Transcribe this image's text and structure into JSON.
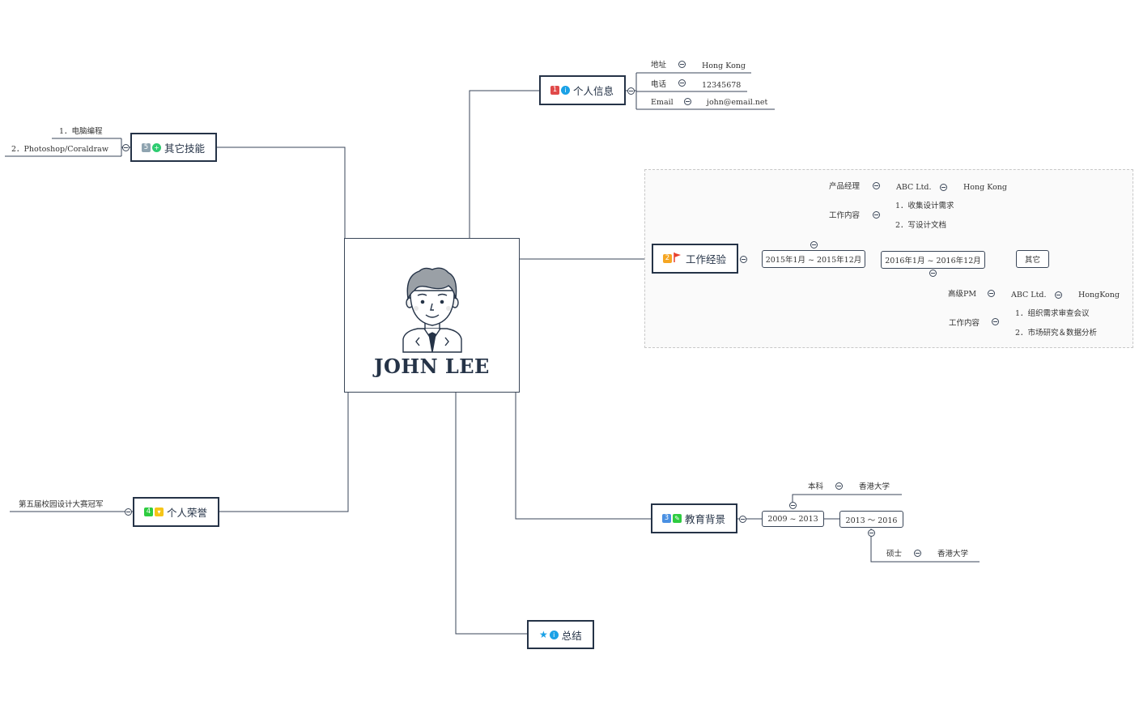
{
  "central": {
    "name": "JOHN LEE"
  },
  "personal_info": {
    "badge": "1",
    "title": "个人信息",
    "rows": [
      {
        "label": "地址",
        "value": "Hong Kong"
      },
      {
        "label": "电话",
        "value": "12345678"
      },
      {
        "label": "Email",
        "value": "john@email.net"
      }
    ]
  },
  "work": {
    "badge": "2",
    "title": "工作经验",
    "period1": "2015年1月 ~ 2015年12月",
    "period2": "2016年1月 ~ 2016年12月",
    "other": "其它",
    "job1": {
      "role": "产品经理",
      "company": "ABC Ltd.",
      "location": "Hong Kong",
      "content_label": "工作内容",
      "items": [
        "1．收集设计需求",
        "2．写设计文档"
      ]
    },
    "job2": {
      "role": "高级PM",
      "company": "ABC Ltd.",
      "location": "HongKong",
      "content_label": "工作内容",
      "items": [
        "1．组织需求审查会议",
        "2．市场研究＆数据分析"
      ]
    }
  },
  "education": {
    "badge": "3",
    "title": "教育背景",
    "period1": "2009 ~ 2013",
    "period2": "2013 ～ 2016",
    "degree1": {
      "label": "本科",
      "school": "香港大学"
    },
    "degree2": {
      "label": "硕士",
      "school": "香港大学"
    }
  },
  "honors": {
    "badge": "4",
    "title": "个人荣誉",
    "item": "第五届校园设计大赛冠军"
  },
  "skills": {
    "badge": "5",
    "title": "其它技能",
    "items": [
      "1．电脑编程",
      "2．Photoshop/Coraldraw"
    ]
  },
  "summary": {
    "title": "总结"
  },
  "colors": {
    "line": "#3a4658",
    "node_border": "#253347",
    "badge_red": "#e04a4a",
    "badge_orange": "#f5a623",
    "badge_blue": "#4a90e2",
    "badge_green": "#2ecc40",
    "badge_gray": "#8fa4b0",
    "icon_blue": "#1aa1e6",
    "icon_green": "#2ecc71",
    "icon_yellow": "#f5c518",
    "flag_red": "#e8412c"
  },
  "icons": [
    "info-icon",
    "flag-icon",
    "pencil-icon",
    "trophy-icon",
    "plus-icon",
    "star-icon",
    "avatar"
  ]
}
